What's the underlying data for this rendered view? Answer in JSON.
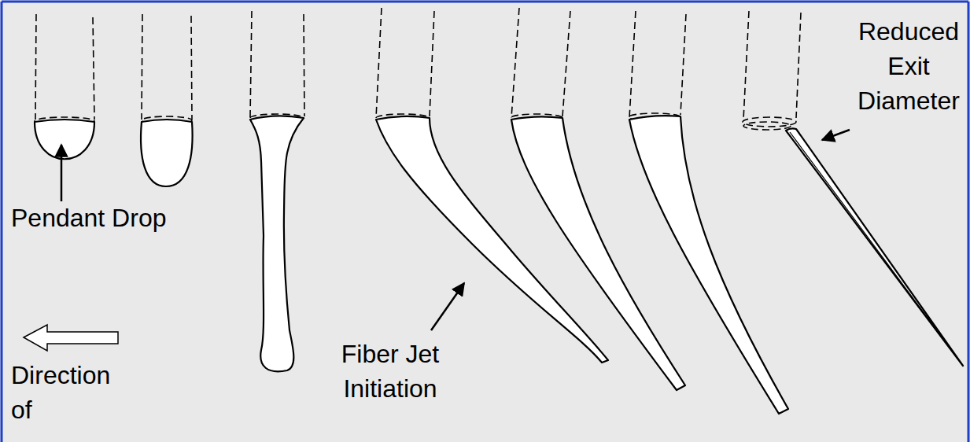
{
  "diagram": {
    "labels": [
      "Reduced Exit Diameter",
      "Pendant Drop",
      "Fiber Jet Initiation",
      "Direction of"
    ]
  }
}
